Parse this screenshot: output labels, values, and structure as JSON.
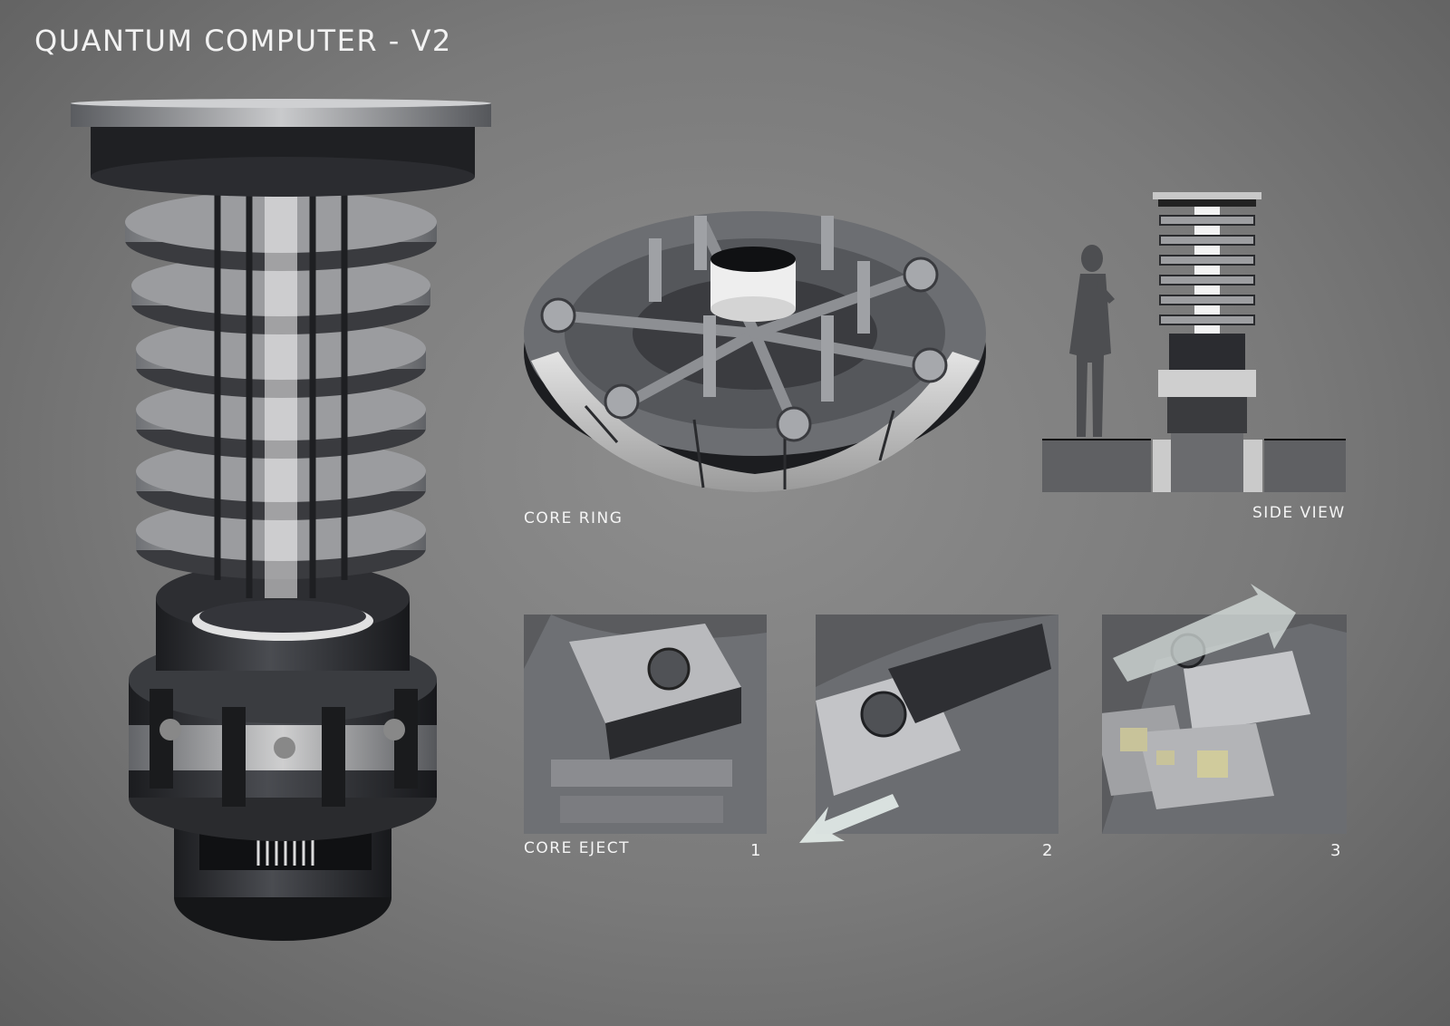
{
  "title": "QUANTUM COMPUTER - V2",
  "labels": {
    "core_ring": "CORE RING",
    "side_view": "SIDE VIEW",
    "core_eject": "CORE EJECT"
  },
  "steps": [
    "1",
    "2",
    "3"
  ],
  "colors": {
    "background": "#7a7a7a",
    "metal_dark": "#2a2c30",
    "metal_light": "#d9d9d9",
    "glow": "#ffffff",
    "arrow": "#dfe8e6"
  }
}
